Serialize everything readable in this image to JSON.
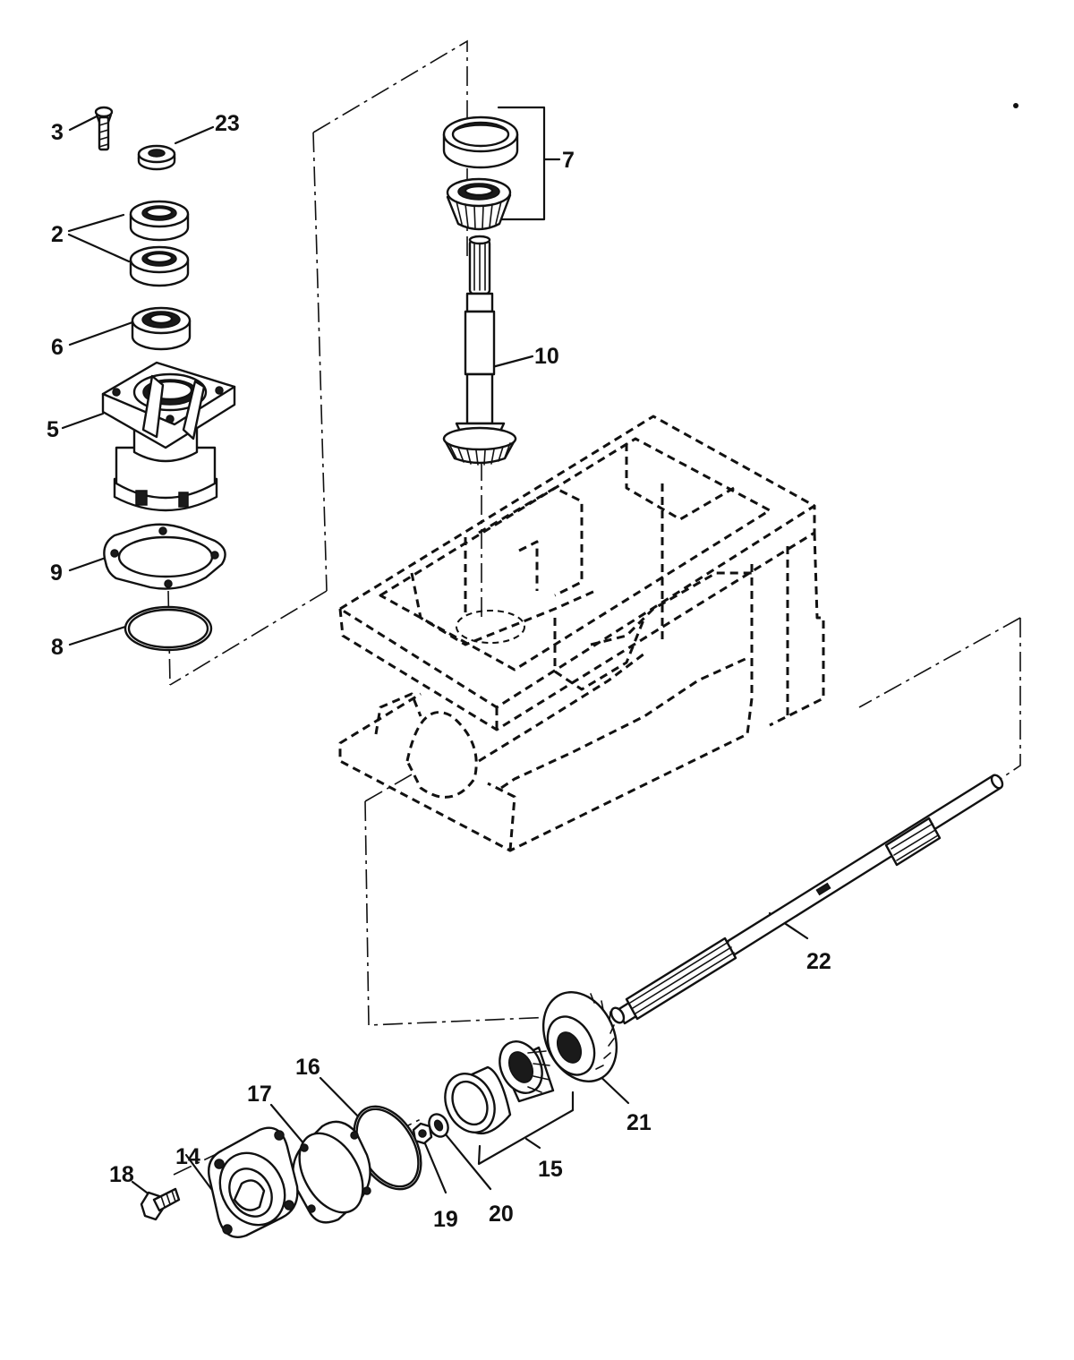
{
  "callouts": {
    "c2": "2",
    "c3": "3",
    "c5": "5",
    "c6": "6",
    "c7": "7",
    "c8": "8",
    "c9": "9",
    "c10": "10",
    "c14": "14",
    "c15": "15",
    "c16": "16",
    "c17": "17",
    "c18": "18",
    "c19": "19",
    "c20": "20",
    "c21": "21",
    "c22": "22",
    "c23": "23"
  }
}
